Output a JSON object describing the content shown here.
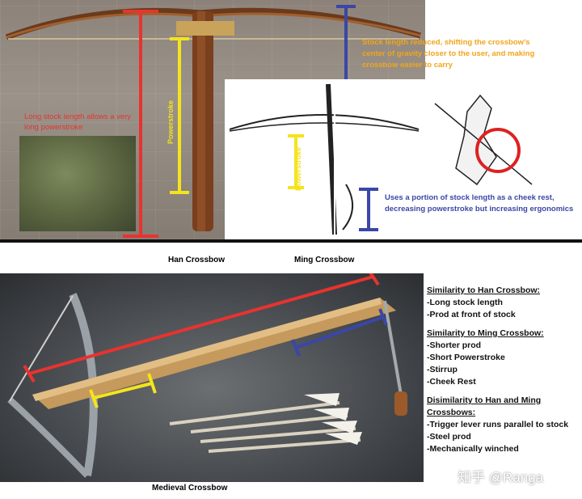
{
  "captions": {
    "han": "Han Crossbow",
    "ming": "Ming Crossbow",
    "medieval": "Medieval Crossbow"
  },
  "annotations": {
    "stock_length": "Stock length reduced, shifting the crossbow's center of gravity closer to the user, and making crossbow easier to carry",
    "long_stock": "Long stock length allows a very long powerstroke",
    "cheek_rest": "Uses a portion of stock length as a cheek rest, decreasing powerstroke but increasing ergonomics",
    "powerstroke_han": "Powerstroke",
    "powerstroke_ming": "Powerstroke"
  },
  "legend": {
    "han_heading": "Similarity to Han Crossbow:",
    "han_items": [
      "-Long stock length",
      "-Prod at front of stock"
    ],
    "ming_heading": "Similarity to Ming Crossbow:",
    "ming_items": [
      "-Shorter prod",
      "-Short Powerstroke",
      "-Stirrup",
      "-Cheek Rest"
    ],
    "dis_heading": "Disimilarity to Han and Ming Crossbows:",
    "dis_items": [
      "-Trigger lever runs parallel to stock",
      "-Steel prod",
      "-Mechanically winched"
    ]
  },
  "watermark": "知乎 @Ranga",
  "colors": {
    "red": "#e8332f",
    "yellow": "#f5e41c",
    "blue": "#3a47a6",
    "orange": "#f2a51a"
  }
}
